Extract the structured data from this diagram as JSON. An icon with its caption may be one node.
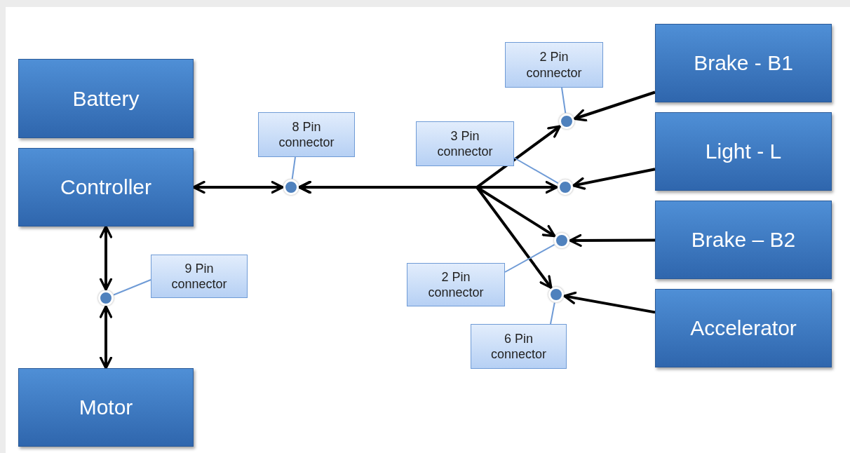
{
  "diagram": {
    "nodes": [
      {
        "text": [
          "Battery"
        ]
      },
      {
        "text": [
          "Controller"
        ]
      },
      {
        "text": [
          "Motor"
        ]
      },
      {
        "text": [
          "Brake - B1"
        ]
      },
      {
        "text": [
          "Light - L"
        ]
      },
      {
        "text": [
          "Brake – B2"
        ]
      },
      {
        "text": [
          "Accelerator"
        ]
      },
      {
        "text": [
          "8 Pin connector"
        ]
      },
      {
        "text": [],
        "shape": "circle"
      },
      {
        "text": [
          "9 Pin connector"
        ]
      },
      {
        "text": [],
        "shape": "circle"
      },
      {
        "text": [
          "2 Pin connector"
        ]
      },
      {
        "text": [],
        "shape": "circle"
      },
      {
        "text": [
          "3 Pin connector"
        ]
      },
      {
        "text": [],
        "shape": "circle"
      },
      {
        "text": [
          "2 Pin connector"
        ]
      },
      {
        "text": [],
        "shape": "circle"
      },
      {
        "text": [
          "6 Pin connector"
        ]
      },
      {
        "text": [],
        "shape": "circle"
      }
    ],
    "edges": [
      {
        "from": 1,
        "to": 8,
        "arrow": "both"
      },
      {
        "from": 8,
        "to": 12,
        "arrow": "both"
      },
      {
        "from": 8,
        "to": 14,
        "arrow": "both"
      },
      {
        "from": 8,
        "to": 16,
        "arrow": "both"
      },
      {
        "from": 8,
        "to": 18,
        "arrow": "both"
      },
      {
        "from": 1,
        "to": 10,
        "arrow": "both"
      },
      {
        "from": 10,
        "to": 2,
        "arrow": "both"
      },
      {
        "from": 3,
        "to": 12,
        "arrow": "to"
      },
      {
        "from": 4,
        "to": 14,
        "arrow": "to"
      },
      {
        "from": 5,
        "to": 16,
        "arrow": "to"
      },
      {
        "from": 6,
        "to": 18,
        "arrow": "to"
      },
      {
        "from": 7,
        "to": 8,
        "arrow": "none",
        "color": "#6f9bd6"
      },
      {
        "from": 9,
        "to": 10,
        "arrow": "none",
        "color": "#6f9bd6"
      },
      {
        "from": 11,
        "to": 12,
        "arrow": "none",
        "color": "#6f9bd6"
      },
      {
        "from": 13,
        "to": 14,
        "arrow": "none",
        "color": "#6f9bd6"
      },
      {
        "from": 15,
        "to": 16,
        "arrow": "none",
        "color": "#6f9bd6"
      },
      {
        "from": 17,
        "to": 18,
        "arrow": "none",
        "color": "#6f9bd6"
      }
    ]
  }
}
